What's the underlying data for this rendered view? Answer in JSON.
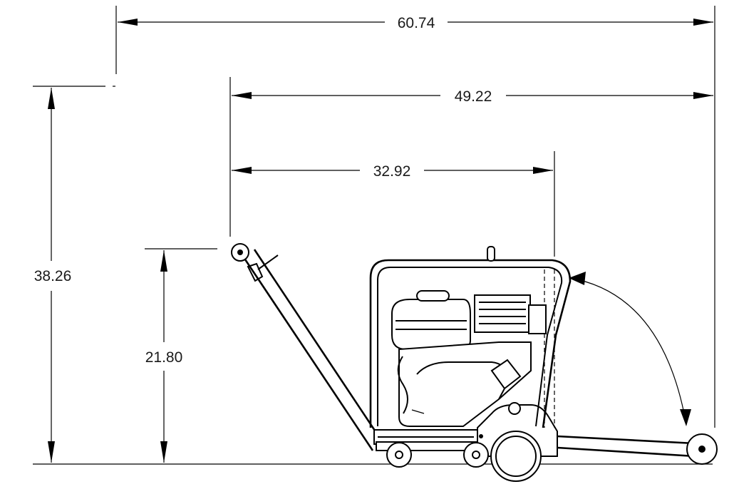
{
  "dimensions": {
    "overall_length": "60.74",
    "handle_to_rear": "49.22",
    "handle_to_frame": "32.92",
    "overall_height": "38.26",
    "handle_height": "21.80"
  },
  "colors": {
    "line": "#000000",
    "extension": "#555555",
    "background": "#ffffff"
  }
}
